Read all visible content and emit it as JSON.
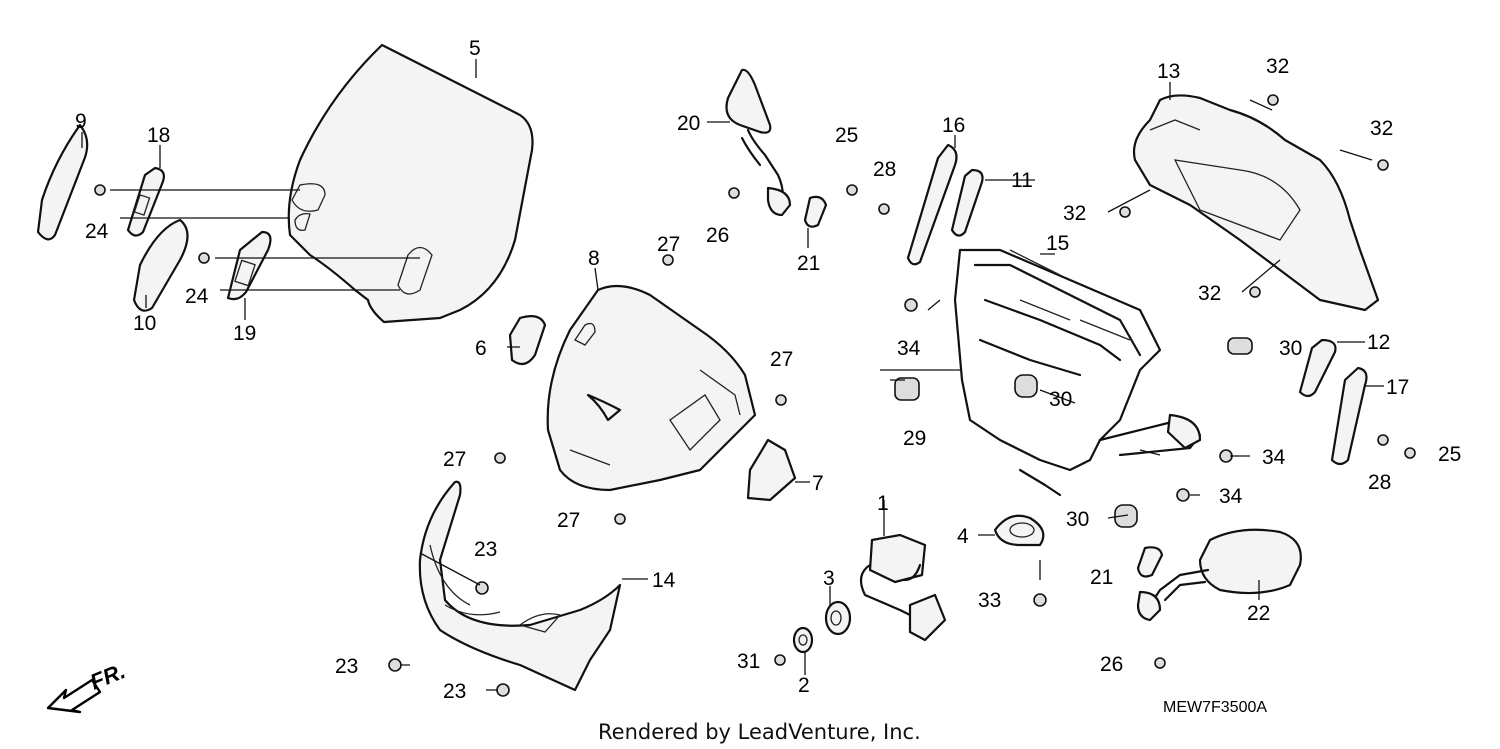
{
  "callouts": {
    "c1": "1",
    "c2": "2",
    "c3": "3",
    "c4": "4",
    "c5": "5",
    "c6": "6",
    "c7": "7",
    "c8": "8",
    "c9": "9",
    "c10": "10",
    "c11": "11",
    "c12": "12",
    "c13": "13",
    "c14": "14",
    "c15": "15",
    "c16": "16",
    "c17": "17",
    "c18": "18",
    "c19": "19",
    "c20": "20",
    "c21": "21",
    "c22": "22",
    "c23": "23",
    "c24": "24",
    "c25": "25",
    "c26": "26",
    "c27": "27",
    "c28": "28",
    "c29": "29",
    "c30": "30",
    "c31": "31",
    "c32": "32",
    "c33": "33",
    "c34": "34"
  },
  "direction_label": "FR.",
  "diagram_code": "MEW7F3500A",
  "footer": "Rendered by LeadVenture, Inc."
}
